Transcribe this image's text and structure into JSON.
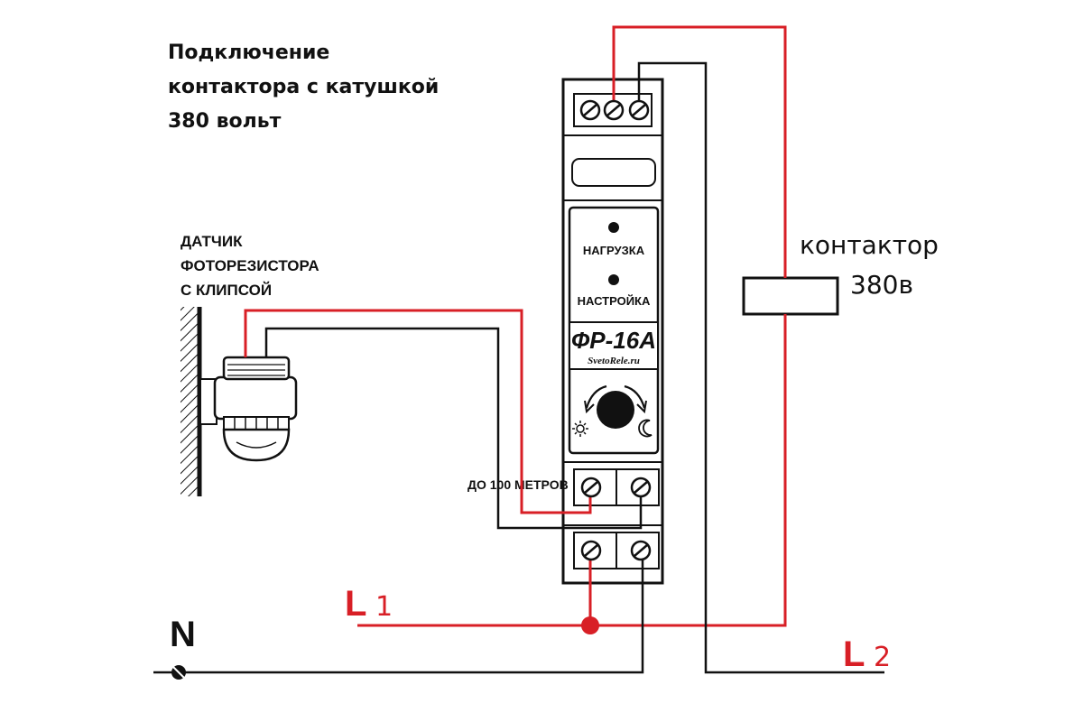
{
  "title": {
    "lines": [
      "Подключение",
      "контактора с катушкой",
      "380 вольт"
    ]
  },
  "sensor": {
    "lines": [
      "ДАТЧИК",
      "ФОТОРЕЗИСТОРА",
      "С КЛИПСОЙ"
    ]
  },
  "device": {
    "indicator_load": "НАГРУЗКА",
    "indicator_setting": "НАСТРОЙКА",
    "model": "ФР-16А",
    "brand": "SvetoRele.ru"
  },
  "cable_note": "ДО 100 МЕТРОВ",
  "contactor": {
    "label": "контактор",
    "voltage": "380в"
  },
  "lines": {
    "L1_letter": "L",
    "L1_num": "1",
    "L2_letter": "L",
    "L2_num": "2",
    "N": "N"
  },
  "colors": {
    "wire_red": "#d81f26",
    "wire_black": "#111111"
  }
}
